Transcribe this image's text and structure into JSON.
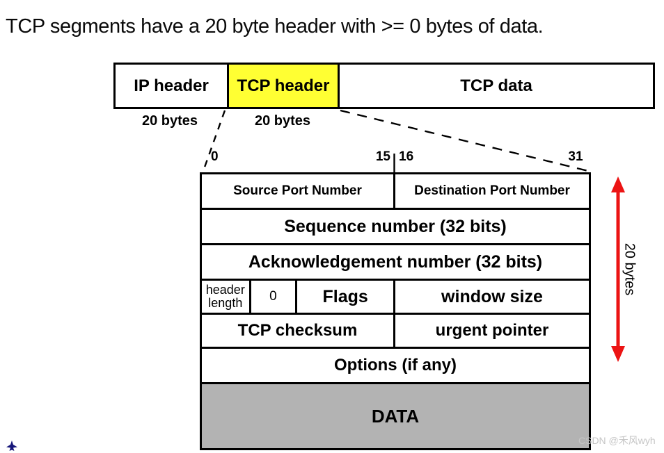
{
  "title": "TCP segments have a 20 byte header with >= 0 bytes of data.",
  "segment_bar": {
    "cells": [
      {
        "label": "IP header",
        "highlighted": false
      },
      {
        "label": "TCP header",
        "highlighted": true
      },
      {
        "label": "TCP data",
        "highlighted": false
      }
    ],
    "byte_labels": [
      "20 bytes",
      "20 bytes"
    ]
  },
  "bit_scale": {
    "start": "0",
    "mid_left": "15",
    "mid_right": "16",
    "end": "31"
  },
  "tcp_header": {
    "rows": [
      {
        "cells": [
          {
            "label": "Source Port Number"
          },
          {
            "label": "Destination Port Number"
          }
        ]
      },
      {
        "cells": [
          {
            "label": "Sequence number (32 bits)"
          }
        ]
      },
      {
        "cells": [
          {
            "label": "Acknowledgement number (32 bits)"
          }
        ]
      },
      {
        "cells": [
          {
            "label": "header length"
          },
          {
            "label": "0"
          },
          {
            "label": "Flags"
          },
          {
            "label": "window size"
          }
        ]
      },
      {
        "cells": [
          {
            "label": "TCP checksum"
          },
          {
            "label": "urgent pointer"
          }
        ]
      },
      {
        "cells": [
          {
            "label": "Options (if any)"
          }
        ]
      },
      {
        "cells": [
          {
            "label": "DATA"
          }
        ]
      }
    ]
  },
  "size_annotation": "20 bytes",
  "watermark": "CSDN @禾风wyh",
  "colors": {
    "highlight_yellow": "#ffff33",
    "data_gray": "#b3b3b3",
    "arrow_red": "#ec1414",
    "icon_navy": "#16167a",
    "watermark_gray": "#c6c6c6"
  }
}
